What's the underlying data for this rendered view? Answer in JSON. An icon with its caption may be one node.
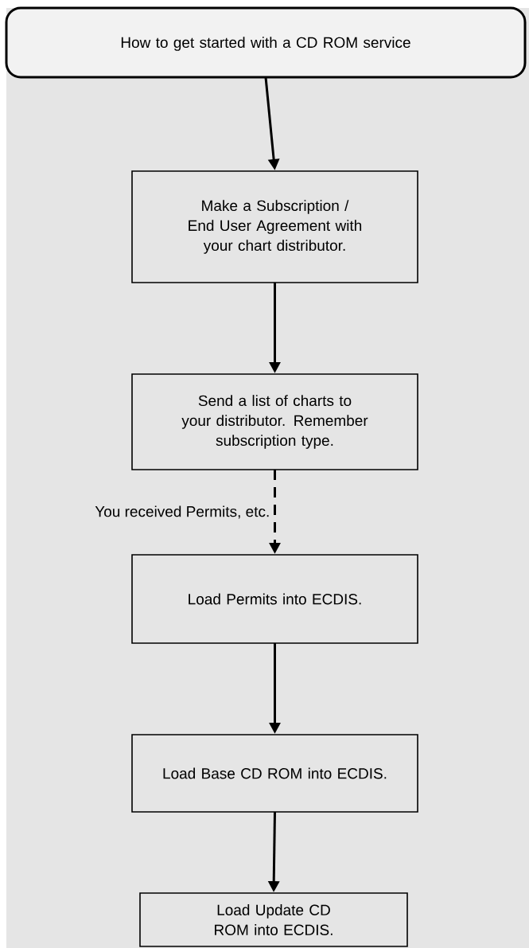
{
  "diagram": {
    "nodes": [
      {
        "text": [
          "How to get started with a CD ROM service"
        ]
      },
      {
        "text": [
          "Make a Subscription / End User Agreement with your chart distributor."
        ]
      },
      {
        "text": [
          "Send a list of charts to your distributor. Remember subscription type."
        ]
      },
      {
        "text": [
          "Load Permits into ECDIS."
        ]
      },
      {
        "text": [
          "Load Base CD ROM into ECDIS."
        ]
      },
      {
        "text": [
          "Load Update CD ROM into ECDIS."
        ]
      }
    ],
    "edges": [
      {
        "from": 0,
        "to": 1,
        "arrow": "to"
      },
      {
        "from": 1,
        "to": 2,
        "arrow": "to"
      },
      {
        "from": 2,
        "to": 3,
        "arrow": "to",
        "style": "dashed",
        "label": "You received Permits, etc."
      },
      {
        "from": 3,
        "to": 4,
        "arrow": "to"
      },
      {
        "from": 4,
        "to": 5,
        "arrow": "to"
      }
    ]
  }
}
